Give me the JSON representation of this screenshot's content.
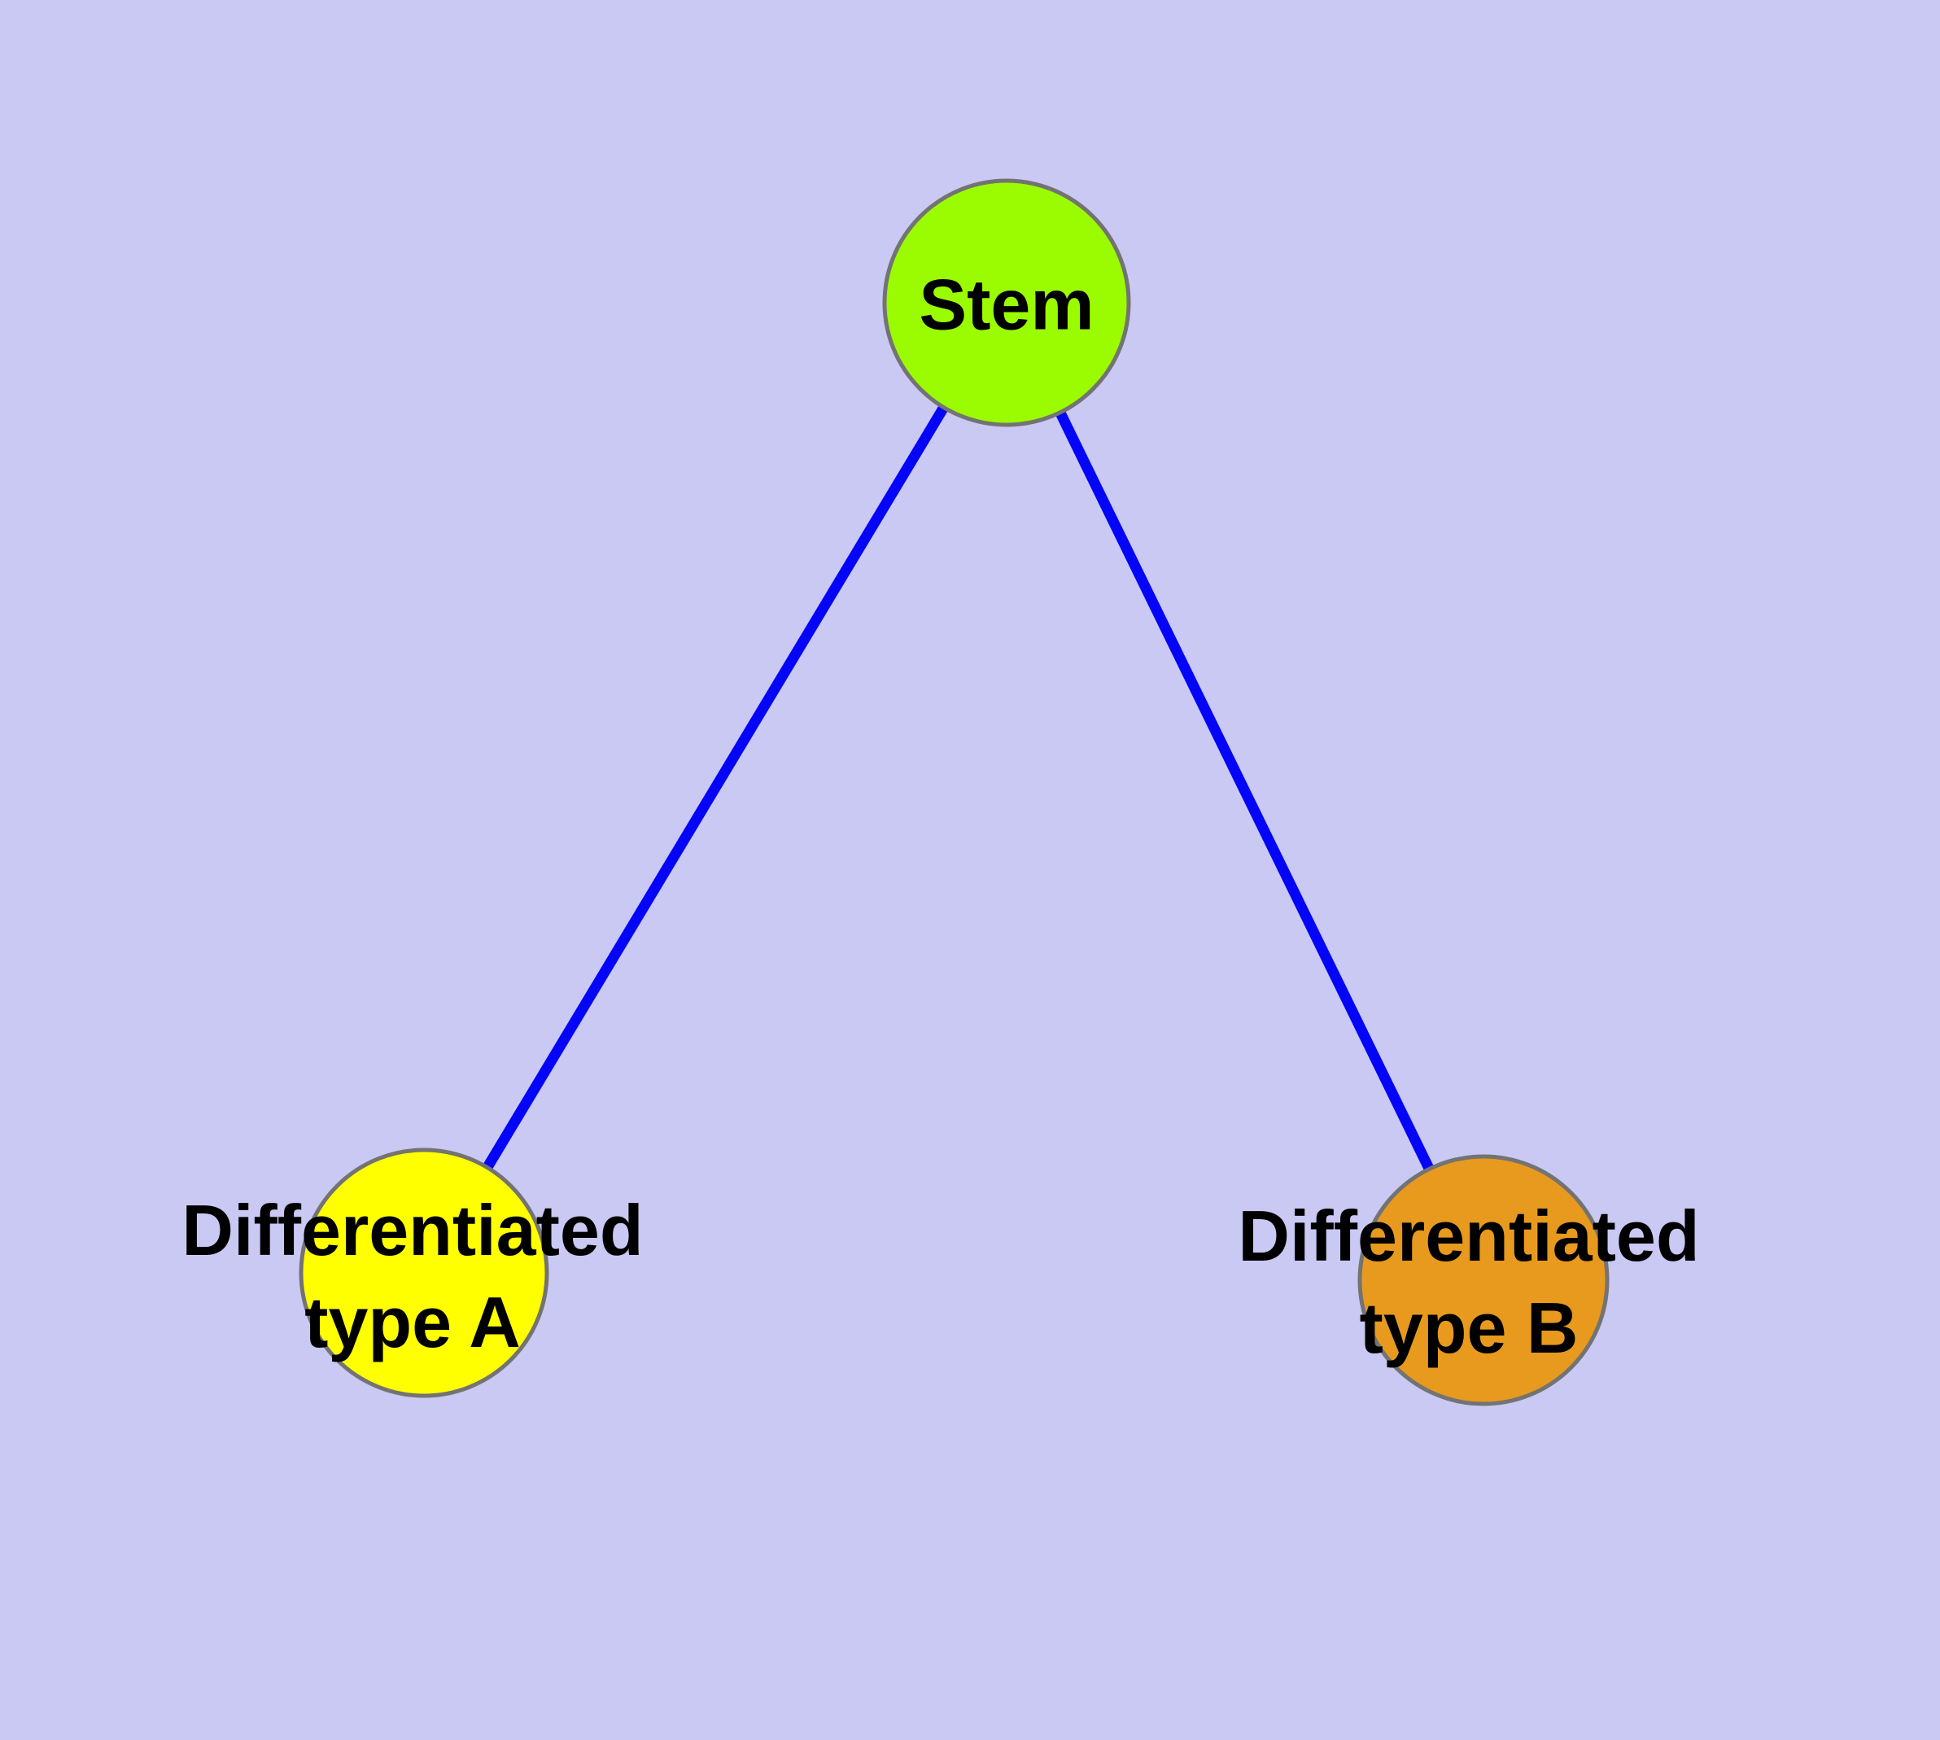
{
  "diagram": {
    "type": "node-link-graph",
    "background_color": "#C9C9F3",
    "edge_color": "#0404F8",
    "node_border_color": "#737373",
    "label_color": "#000000",
    "nodes": {
      "stem": {
        "label": "Stem",
        "fill": "#9BFB00"
      },
      "type_a": {
        "label_line1": "Differentiated",
        "label_line2": "type A",
        "fill": "#FFFF00"
      },
      "type_b": {
        "label_line1": "Differentiated",
        "label_line2": "type B",
        "fill": "#E79A1D"
      }
    },
    "edges": [
      {
        "from": "Stem",
        "to": "Differentiated type A"
      },
      {
        "from": "Stem",
        "to": "Differentiated type B"
      }
    ]
  }
}
